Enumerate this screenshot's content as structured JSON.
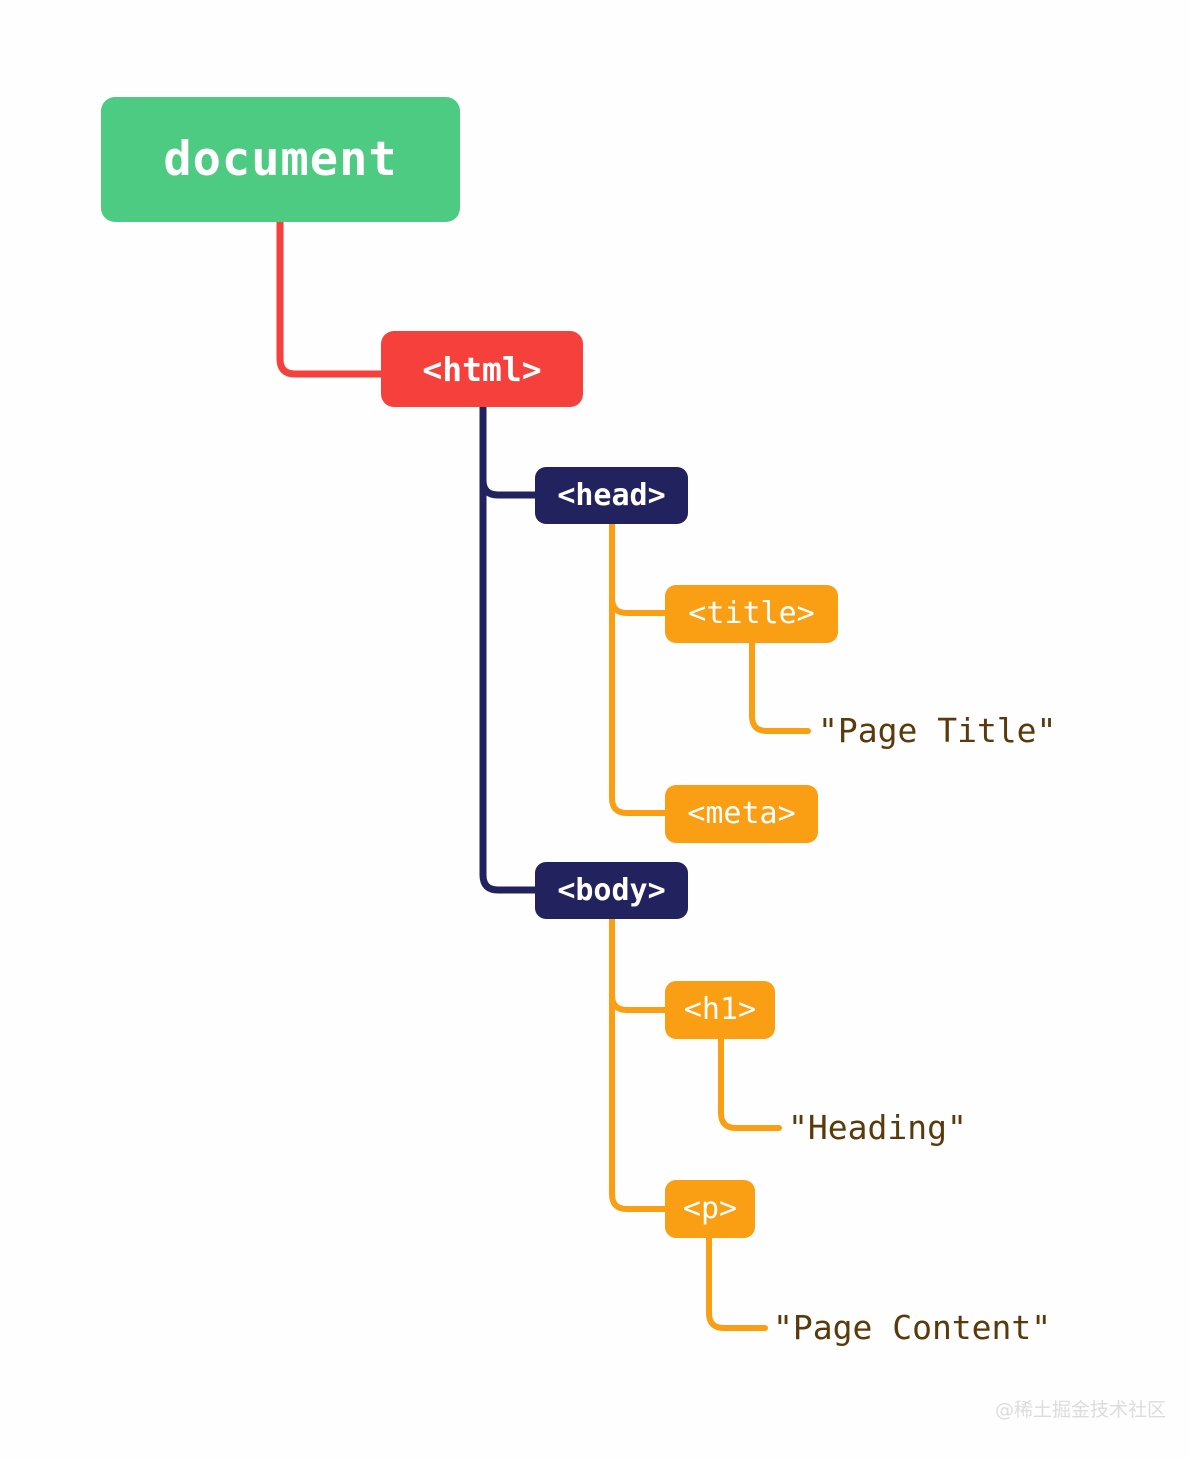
{
  "diagram": {
    "type": "dom-tree",
    "background": "#fefefe",
    "nodes": {
      "document": {
        "label": "document",
        "color": "#4ECB82"
      },
      "html": {
        "label": "<html>",
        "color": "#F5403C"
      },
      "head": {
        "label": "<head>",
        "color": "#22235E"
      },
      "title": {
        "label": "<title>",
        "color": "#FA9E14"
      },
      "meta": {
        "label": "<meta>",
        "color": "#FA9E14"
      },
      "body": {
        "label": "<body>",
        "color": "#22235E"
      },
      "h1": {
        "label": "<h1>",
        "color": "#FA9E14"
      },
      "p": {
        "label": "<p>",
        "color": "#FA9E14"
      }
    },
    "text_nodes": {
      "page_title": "\"Page Title\"",
      "heading": "\"Heading\"",
      "page_content": "\"Page Content\""
    },
    "text_node_color": "#5A3A0A",
    "edges": [
      {
        "from": "document",
        "to": "html",
        "color": "#F5403C"
      },
      {
        "from": "html",
        "to": "head",
        "color": "#22235E"
      },
      {
        "from": "html",
        "to": "body",
        "color": "#22235E"
      },
      {
        "from": "head",
        "to": "title",
        "color": "#FA9E14"
      },
      {
        "from": "head",
        "to": "meta",
        "color": "#FA9E14"
      },
      {
        "from": "title",
        "to": "page_title",
        "color": "#FA9E14"
      },
      {
        "from": "body",
        "to": "h1",
        "color": "#FA9E14"
      },
      {
        "from": "body",
        "to": "p",
        "color": "#FA9E14"
      },
      {
        "from": "h1",
        "to": "heading",
        "color": "#FA9E14"
      },
      {
        "from": "p",
        "to": "page_content",
        "color": "#FA9E14"
      }
    ]
  },
  "watermark": {
    "text": "@稀土掘金技术社区"
  }
}
